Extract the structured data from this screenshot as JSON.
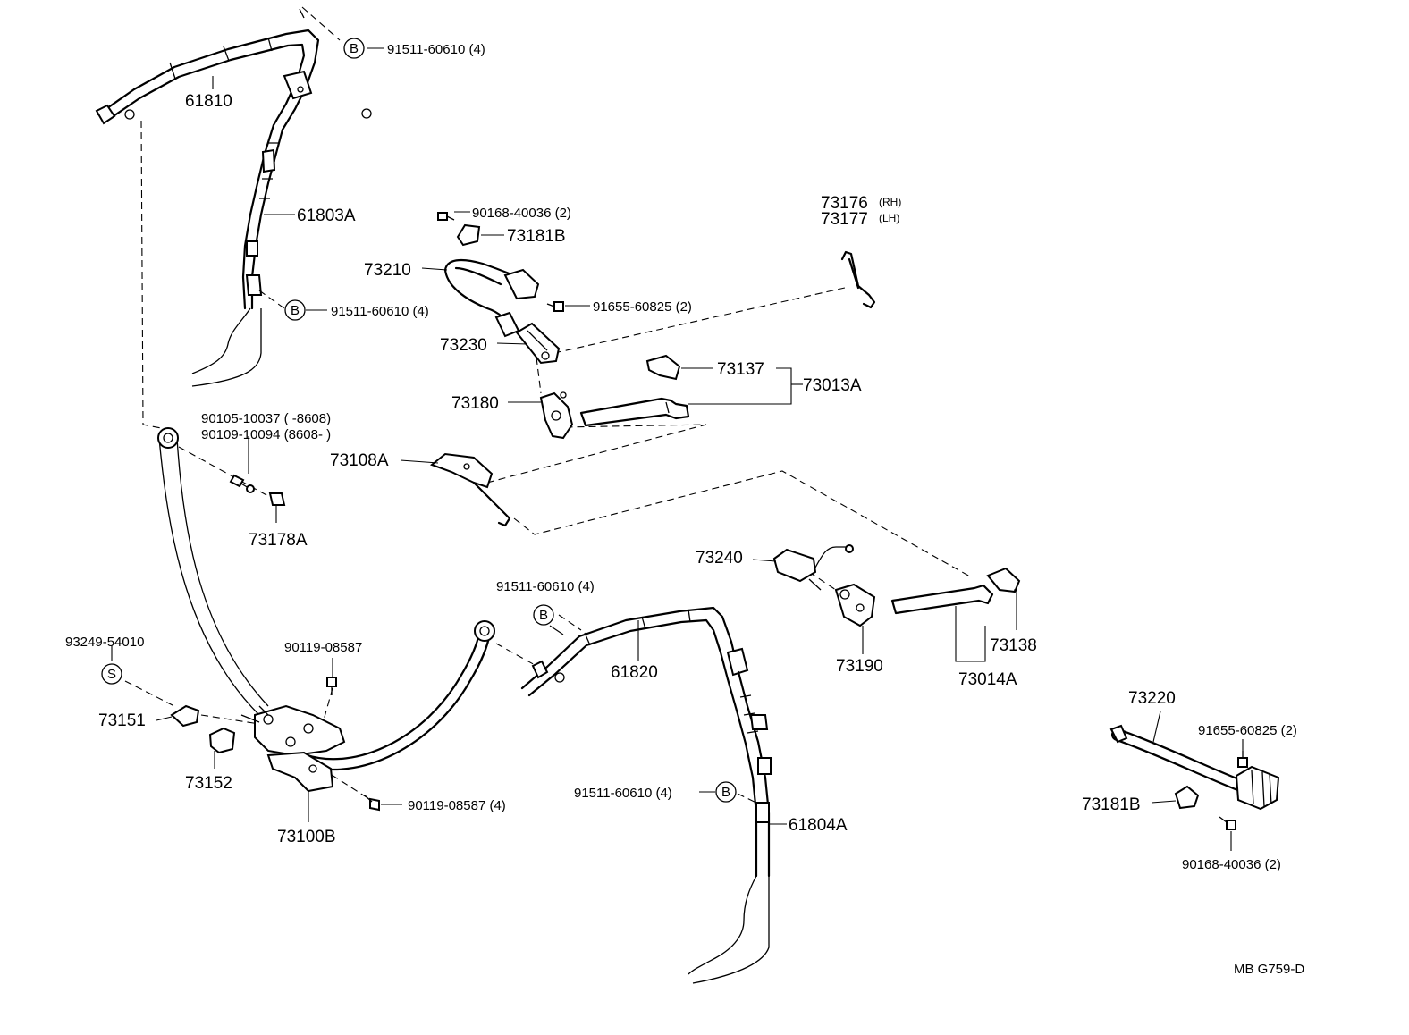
{
  "parts": {
    "p61810": "61810",
    "p61803A": "61803A",
    "bolt_top": "91511-60610 (4)",
    "bolt_mid": "91511-60610 (4)",
    "bolt_lower": "91511-60610 (4)",
    "bolt_right": "91511-60610 (4)",
    "screw_90168_top": "90168-40036 (2)",
    "p73181B_top": "73181B",
    "p73210": "73210",
    "screw_91655_top": "91655-60825 (2)",
    "p73230": "73230",
    "p73176": "73176",
    "p73176_side": "(RH)",
    "p73177": "73177",
    "p73177_side": "(LH)",
    "p73137": "73137",
    "p73013A": "73013A",
    "p73180": "73180",
    "bolt_90105": "90105-10037 (        -8608)",
    "bolt_90109": "90109-10094 (8608-          )",
    "p73108A": "73108A",
    "p73178A": "73178A",
    "p73240": "73240",
    "p61820": "61820",
    "p73190": "73190",
    "p73138": "73138",
    "p73014A": "73014A",
    "p93249": "93249-54010",
    "screw_90119_top": "90119-08587",
    "p73151": "73151",
    "p73152": "73152",
    "screw_90119_bottom": "90119-08587 (4)",
    "p73100B": "73100B",
    "p61804A": "61804A",
    "p73220": "73220",
    "screw_91655_right": "91655-60825 (2)",
    "p73181B_right": "73181B",
    "screw_90168_right": "90168-40036 (2)"
  },
  "symbols": {
    "b": "B",
    "s": "S"
  },
  "footer": {
    "code": "MB  G759-D"
  }
}
